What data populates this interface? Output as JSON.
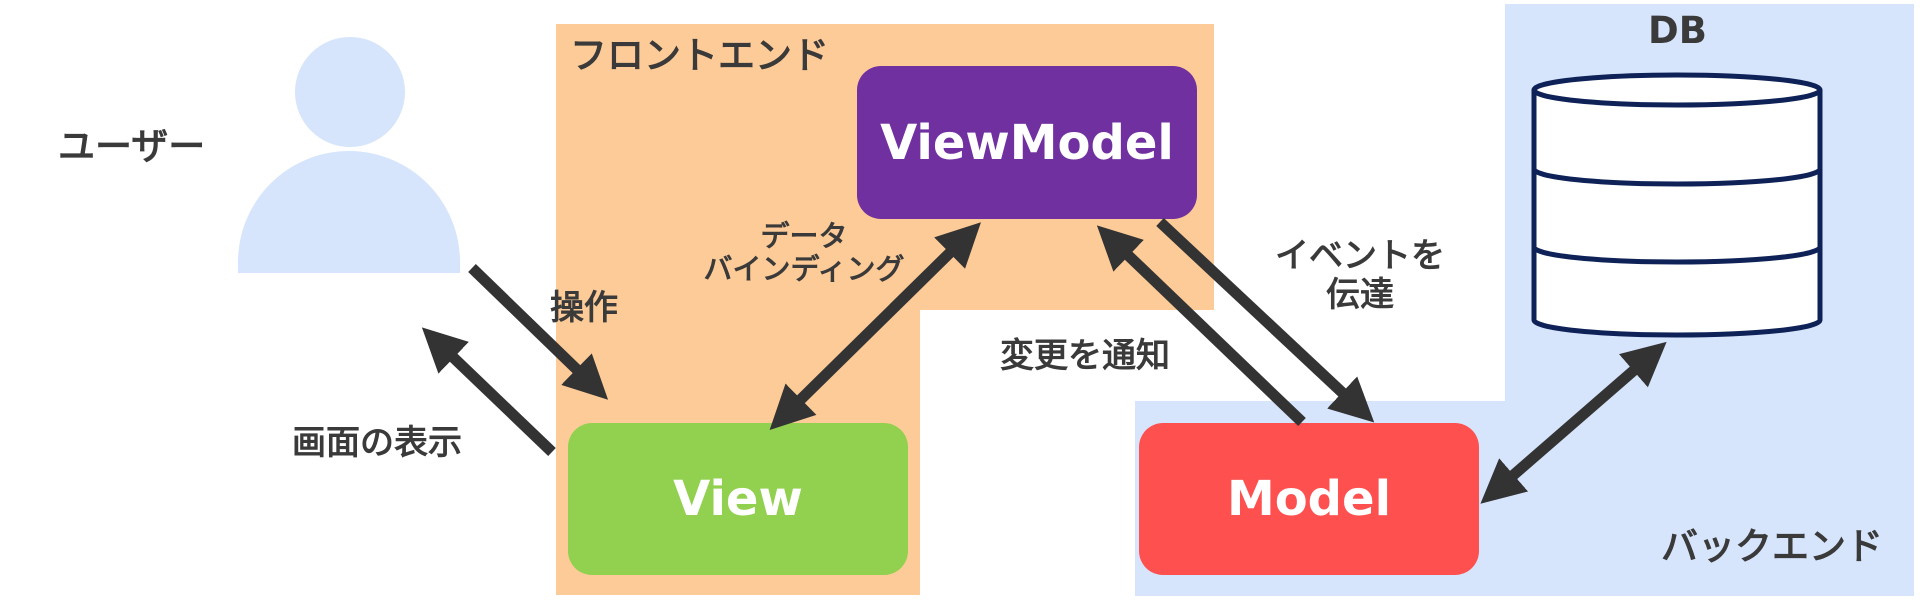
{
  "regions": {
    "frontend_label": "フロントエンド",
    "backend_label": "バックエンド"
  },
  "actors": {
    "user_label": "ユーザー",
    "db_label": "DB"
  },
  "boxes": {
    "viewmodel": "ViewModel",
    "view": "View",
    "model": "Model"
  },
  "edges": {
    "operation": "操作",
    "display": "画面の表示",
    "data_binding_line1": "データ",
    "data_binding_line2": "バインディング",
    "change_notify": "変更を通知",
    "event_line1": "イベントを",
    "event_line2": "伝達"
  },
  "colors": {
    "frontend": "#FDCB97",
    "backend": "#D6E5FC",
    "viewmodel": "#7030A0",
    "view": "#92D050",
    "model": "#FF5050",
    "arrow": "#333333",
    "db_outline": "#0F2257",
    "user_icon": "#D6E5FC"
  }
}
